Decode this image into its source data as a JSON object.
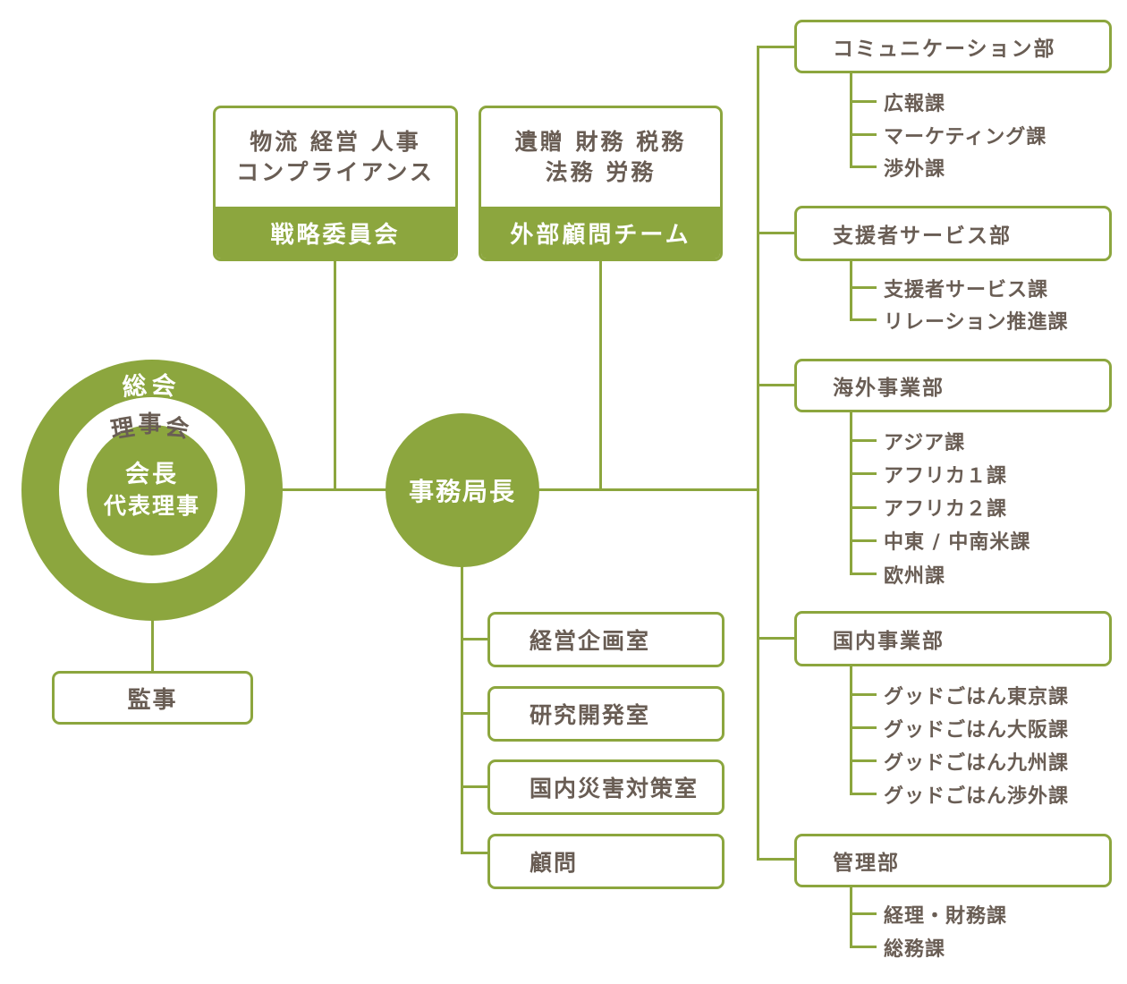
{
  "colors": {
    "green": "#8CA63E",
    "text_dark": "#695D54",
    "text_on_green": "#FFFFFF"
  },
  "assembly": {
    "outer_ring": "総会",
    "middle_ring": "理事会",
    "center_line1": "会長",
    "center_line2": "代表理事"
  },
  "auditor": {
    "label": "監事"
  },
  "secretary_general": {
    "label": "事務局長"
  },
  "committees": [
    {
      "name": "戦略委員会",
      "fields_line1": "物流 経営 人事",
      "fields_line2": "コンプライアンス"
    },
    {
      "name": "外部顧問チーム",
      "fields_line1": "遺贈 財務 税務",
      "fields_line2": "法務 労務"
    }
  ],
  "offices": [
    "経営企画室",
    "研究開発室",
    "国内災害対策室",
    "顧問"
  ],
  "departments": [
    {
      "name": "コミュニケーション部",
      "sections": [
        "広報課",
        "マーケティング課",
        "渉外課"
      ]
    },
    {
      "name": "支援者サービス部",
      "sections": [
        "支援者サービス課",
        "リレーション推進課"
      ]
    },
    {
      "name": "海外事業部",
      "sections": [
        "アジア課",
        "アフリカ１課",
        "アフリカ２課",
        "中東 / 中南米課",
        "欧州課"
      ]
    },
    {
      "name": "国内事業部",
      "sections": [
        "グッドごはん東京課",
        "グッドごはん大阪課",
        "グッドごはん九州課",
        "グッドごはん渉外課"
      ]
    },
    {
      "name": "管理部",
      "sections": [
        "経理・財務課",
        "総務課"
      ]
    }
  ]
}
